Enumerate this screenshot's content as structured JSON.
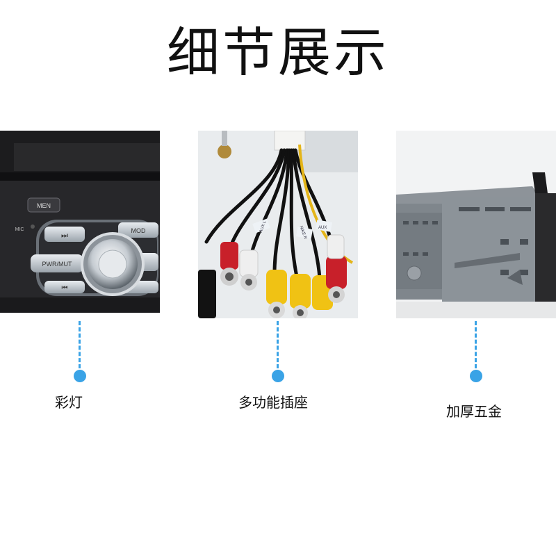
{
  "page": {
    "title": "细节展示"
  },
  "details": [
    {
      "label": "彩灯",
      "panel_text": {
        "men": "MEN",
        "mic": "MIC",
        "mod": "MOD",
        "pwr": "PWR/MUT",
        "next": "⏭",
        "prev": "⏮"
      }
    },
    {
      "label": "多功能插座",
      "panel_text": {
        "tag1": "AUX L",
        "tag2": "NIKE R",
        "tag3": "AUX"
      }
    },
    {
      "label": "加厚五金"
    }
  ],
  "colors": {
    "accent": "#3aa3e6",
    "text": "#111111",
    "rca_red": "#c8202a",
    "rca_yellow": "#f0c214",
    "rca_white": "#efefef"
  }
}
